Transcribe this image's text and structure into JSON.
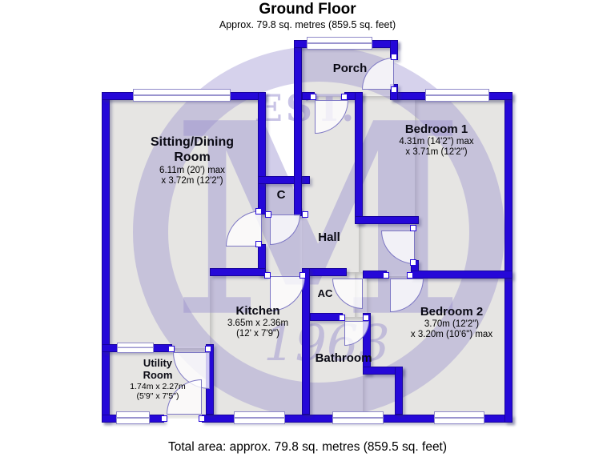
{
  "header": {
    "title": "Ground Floor",
    "subtitle": "Approx. 79.8 sq. metres (859.5 sq. feet)"
  },
  "footer": {
    "total": "Total area: approx. 79.8 sq. metres (859.5 sq. feet)"
  },
  "watermark": {
    "est": "EST.",
    "monogram": "M",
    "year": "1963"
  },
  "rooms": {
    "sitting": {
      "name1": "Sitting/Dining",
      "name2": "Room",
      "dim1": "6.11m (20') max",
      "dim2": "x 3.72m (12'2\")"
    },
    "porch": {
      "name": "Porch"
    },
    "bedroom1": {
      "name": "Bedroom 1",
      "dim1": "4.31m (14'2\") max",
      "dim2": "x 3.71m (12'2\")"
    },
    "hall": {
      "name": "Hall"
    },
    "cupboard": {
      "name": "C"
    },
    "ac": {
      "name": "AC"
    },
    "kitchen": {
      "name": "Kitchen",
      "dim1": "3.65m x 2.36m",
      "dim2": "(12' x 7'9\")"
    },
    "bathroom": {
      "name": "Bathroom"
    },
    "bedroom2": {
      "name": "Bedroom 2",
      "dim1": "3.70m (12'2\")",
      "dim2": "x 3.20m (10'6\") max"
    },
    "utility": {
      "name1": "Utility",
      "name2": "Room",
      "dim1": "1.74m x 2.27m",
      "dim2": "(5'9\" x 7'5\")"
    }
  },
  "colors": {
    "wall": "#2508d8",
    "floor": "#e6e5e3",
    "watermark": "#948acd"
  }
}
